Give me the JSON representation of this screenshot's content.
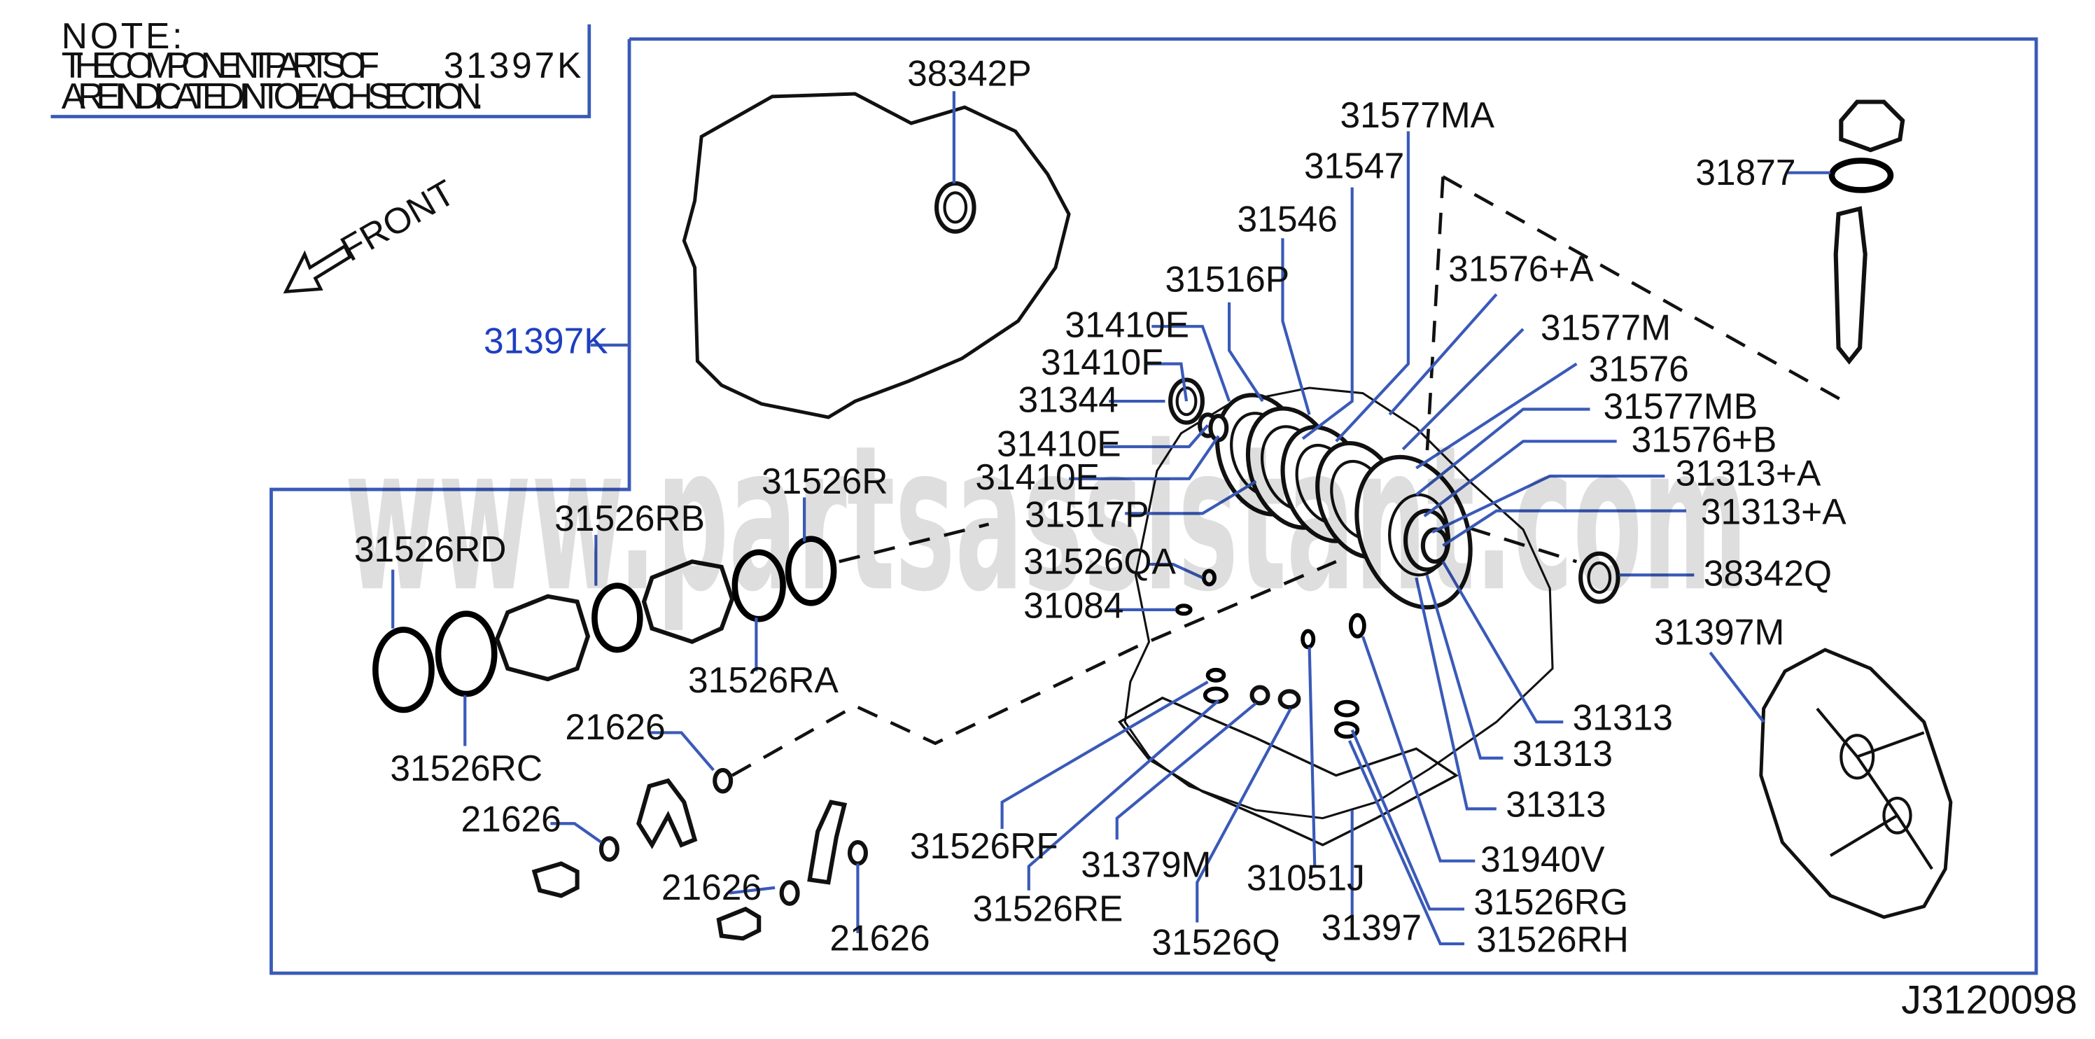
{
  "note": {
    "title": "NOTE:",
    "line1_text": "THE COMPONENT PARTS OF",
    "line1_ref": "31397K",
    "line2_text": "ARE INDICATED INTO EACH SECTION."
  },
  "front_label": "FRONT",
  "watermark": "www.partsassistant.com",
  "diagram_code": "J3120098",
  "assembly_ref": "31397K",
  "parts": {
    "p38342P": "38342P",
    "p31577MA": "31577MA",
    "p31547": "31547",
    "p31546": "31546",
    "p31516P": "31516P",
    "p31576A": "31576+A",
    "p31410E_a": "31410E",
    "p31410F": "31410F",
    "p31344": "31344",
    "p31410E_b": "31410E",
    "p31410E_c": "31410E",
    "p31517P": "31517P",
    "p31526QA": "31526QA",
    "p31084": "31084",
    "p31577M": "31577M",
    "p31576": "31576",
    "p31577MB": "31577MB",
    "p31576B": "31576+B",
    "p31313A_a": "31313+A",
    "p31313A_b": "31313+A",
    "p38342Q": "38342Q",
    "p31877": "31877",
    "p31397M": "31397M",
    "p31313_a": "31313",
    "p31313_b": "31313",
    "p31313_c": "31313",
    "p31940V": "31940V",
    "p31526RG": "31526RG",
    "p31526RH": "31526RH",
    "p31397": "31397",
    "p31051J": "31051J",
    "p31526Q": "31526Q",
    "p31379M": "31379M",
    "p31526RE": "31526RE",
    "p31526RF": "31526RF",
    "p31526R": "31526R",
    "p31526RB": "31526RB",
    "p31526RD": "31526RD",
    "p31526RA": "31526RA",
    "p31526RC": "31526RC",
    "p21626_a": "21626",
    "p21626_b": "21626",
    "p21626_c": "21626",
    "p21626_d": "21626"
  }
}
